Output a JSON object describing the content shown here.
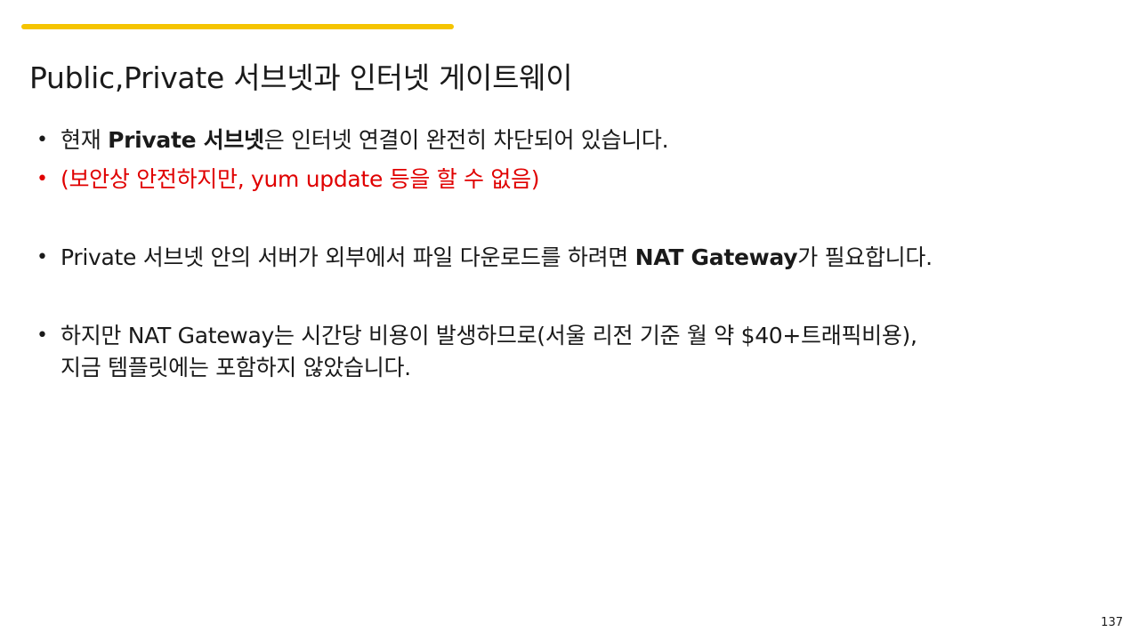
{
  "slide": {
    "title": "Public,Private 서브넷과 인터넷 게이트웨이",
    "accent_color": "#f5c400",
    "page_number": "137"
  },
  "bullets": [
    {
      "pre": "현재 ",
      "bold": "Private 서브넷",
      "post": "은 인터넷 연결이 완전히 차단되어 있습니다.",
      "color": "#1a1a1a"
    },
    {
      "text": "(보안상 안전하지만, yum update 등을 할 수 없음)",
      "color": "#e00000"
    },
    {
      "pre": "Private 서브넷 안의 서버가 외부에서 파일 다운로드를 하려면 ",
      "bold": "NAT Gateway",
      "post": "가 필요합니다.",
      "color": "#1a1a1a"
    },
    {
      "line1": "하지만 NAT Gateway는 시간당 비용이 발생하므로(서울 리전 기준 월 약 $40+트래픽비용),",
      "line2": "지금 템플릿에는 포함하지 않았습니다.",
      "color": "#1a1a1a"
    }
  ],
  "bullet_glyph": "•"
}
